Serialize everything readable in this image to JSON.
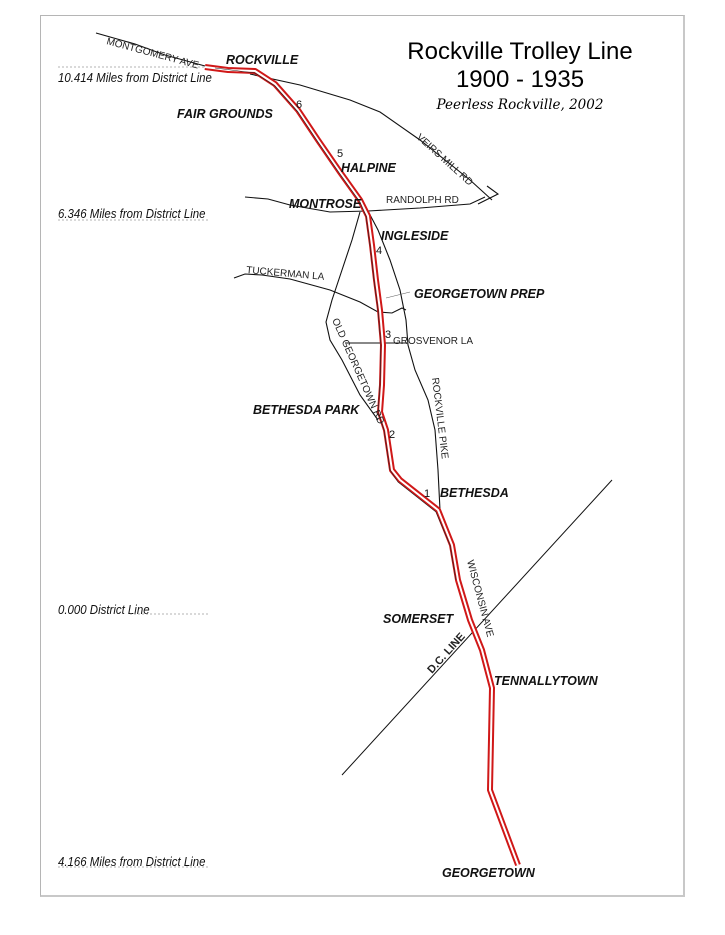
{
  "title": {
    "line1": "Rockville Trolley Line",
    "line2": "1900 - 1935",
    "credit": "Peerless Rockville, 2002"
  },
  "mile_markers": [
    {
      "label": "10.414 Miles from District Line"
    },
    {
      "label": "6.346 Miles from District Line"
    },
    {
      "label": "0.000  District Line"
    },
    {
      "label": "4.166 Miles from District Line"
    }
  ],
  "stations": [
    {
      "name": "ROCKVILLE"
    },
    {
      "name": "FAIR GROUNDS"
    },
    {
      "name": "HALPINE"
    },
    {
      "name": "MONTROSE"
    },
    {
      "name": "INGLESIDE"
    },
    {
      "name": "GEORGETOWN PREP"
    },
    {
      "name": "BETHESDA PARK"
    },
    {
      "name": "BETHESDA"
    },
    {
      "name": "SOMERSET"
    },
    {
      "name": "TENNALLYTOWN"
    },
    {
      "name": "GEORGETOWN"
    }
  ],
  "roads": [
    {
      "name": "MONTGOMERY AVE"
    },
    {
      "name": "VEIRS MILL RD"
    },
    {
      "name": "RANDOLPH RD"
    },
    {
      "name": "TUCKERMAN LA"
    },
    {
      "name": "GROSVENOR LA"
    },
    {
      "name": "OLD GEORGETOWN RD"
    },
    {
      "name": "ROCKVILLE PIKE"
    },
    {
      "name": "WISCONSIN AVE"
    },
    {
      "name": "D.C. LINE"
    }
  ],
  "mile_numbers": [
    "6",
    "5",
    "4",
    "3",
    "2",
    "1"
  ],
  "colors": {
    "trolley_line": "#d01818",
    "roads": "#111111",
    "frame": "#b5b5b5"
  }
}
